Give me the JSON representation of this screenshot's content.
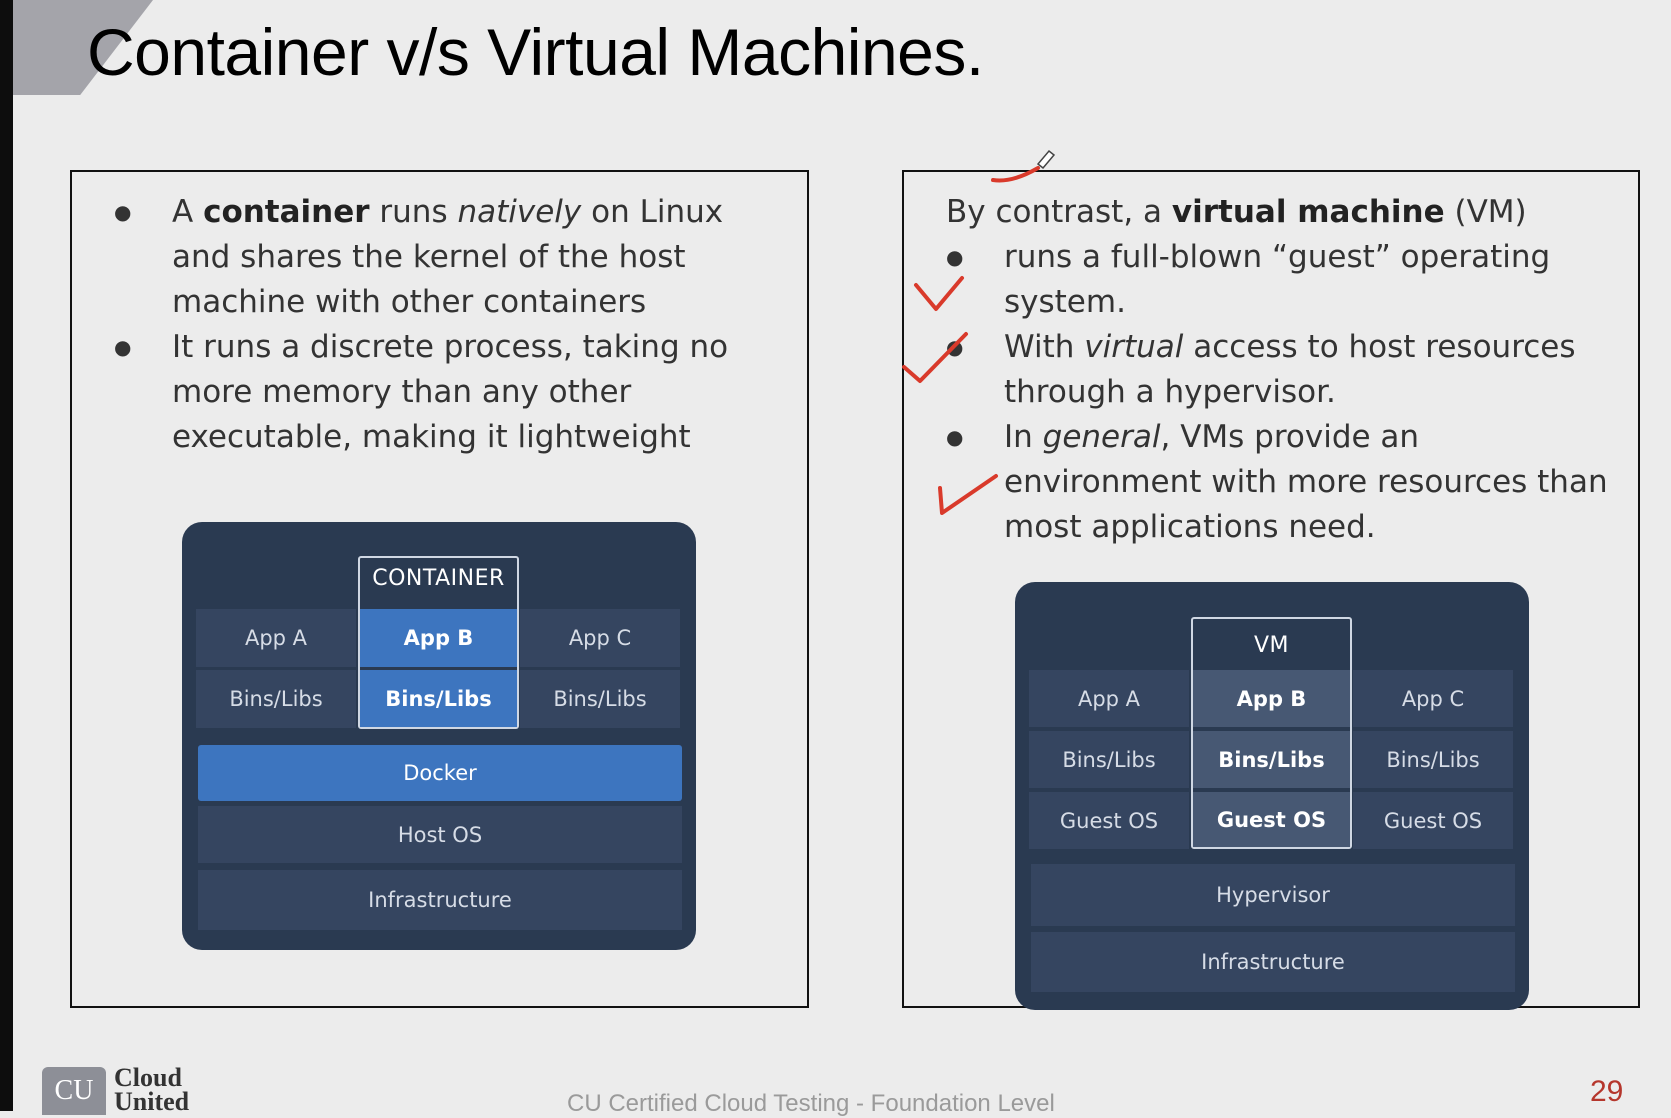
{
  "slide": {
    "title": "Container v/s Virtual Machines.",
    "page_number": "29",
    "footer_text": "CU Certified Cloud Testing - Foundation Level",
    "logo_mark": "CU",
    "brand": [
      "Cloud",
      "United"
    ]
  },
  "left": {
    "bullets": [
      [
        {
          "t": "A "
        },
        {
          "t": "container",
          "b": true
        },
        {
          "t": " runs "
        },
        {
          "t": "natively",
          "i": true
        },
        {
          "t": " on Linux and shares the kernel of the host machine with other containers"
        }
      ],
      [
        {
          "t": "It runs a discrete process, taking no more memory than any other executable, making it lightweight"
        }
      ]
    ],
    "diagram": {
      "frame_label": "CONTAINER",
      "apps": [
        "App A",
        "App B",
        "App C"
      ],
      "libs": [
        "Bins/Libs",
        "Bins/Libs",
        "Bins/Libs"
      ],
      "layers": [
        "Docker",
        "Host OS",
        "Infrastructure"
      ]
    }
  },
  "right": {
    "intro": [
      {
        "t": "By contrast, a "
      },
      {
        "t": "virtual machine",
        "b": true
      },
      {
        "t": " (VM)"
      }
    ],
    "bullets": [
      [
        {
          "t": "runs a full-blown “guest” operating system."
        }
      ],
      [
        {
          "t": "With "
        },
        {
          "t": "virtual",
          "i": true
        },
        {
          "t": " access to host resources through a hypervisor."
        }
      ],
      [
        {
          "t": "In "
        },
        {
          "t": "general",
          "i": true
        },
        {
          "t": ", VMs provide an environment with more resources than most applications need."
        }
      ]
    ],
    "diagram": {
      "frame_label": "VM",
      "apps": [
        "App A",
        "App B",
        "App C"
      ],
      "libs": [
        "Bins/Libs",
        "Bins/Libs",
        "Bins/Libs"
      ],
      "guests": [
        "Guest OS",
        "Guest OS",
        "Guest OS"
      ],
      "layers": [
        "Hypervisor",
        "Infrastructure"
      ]
    }
  },
  "colors": {
    "diagram_bg": "#2a3a51",
    "cell": "#354560",
    "highlight": "#3d75bf",
    "annotation": "#d93a2b"
  }
}
